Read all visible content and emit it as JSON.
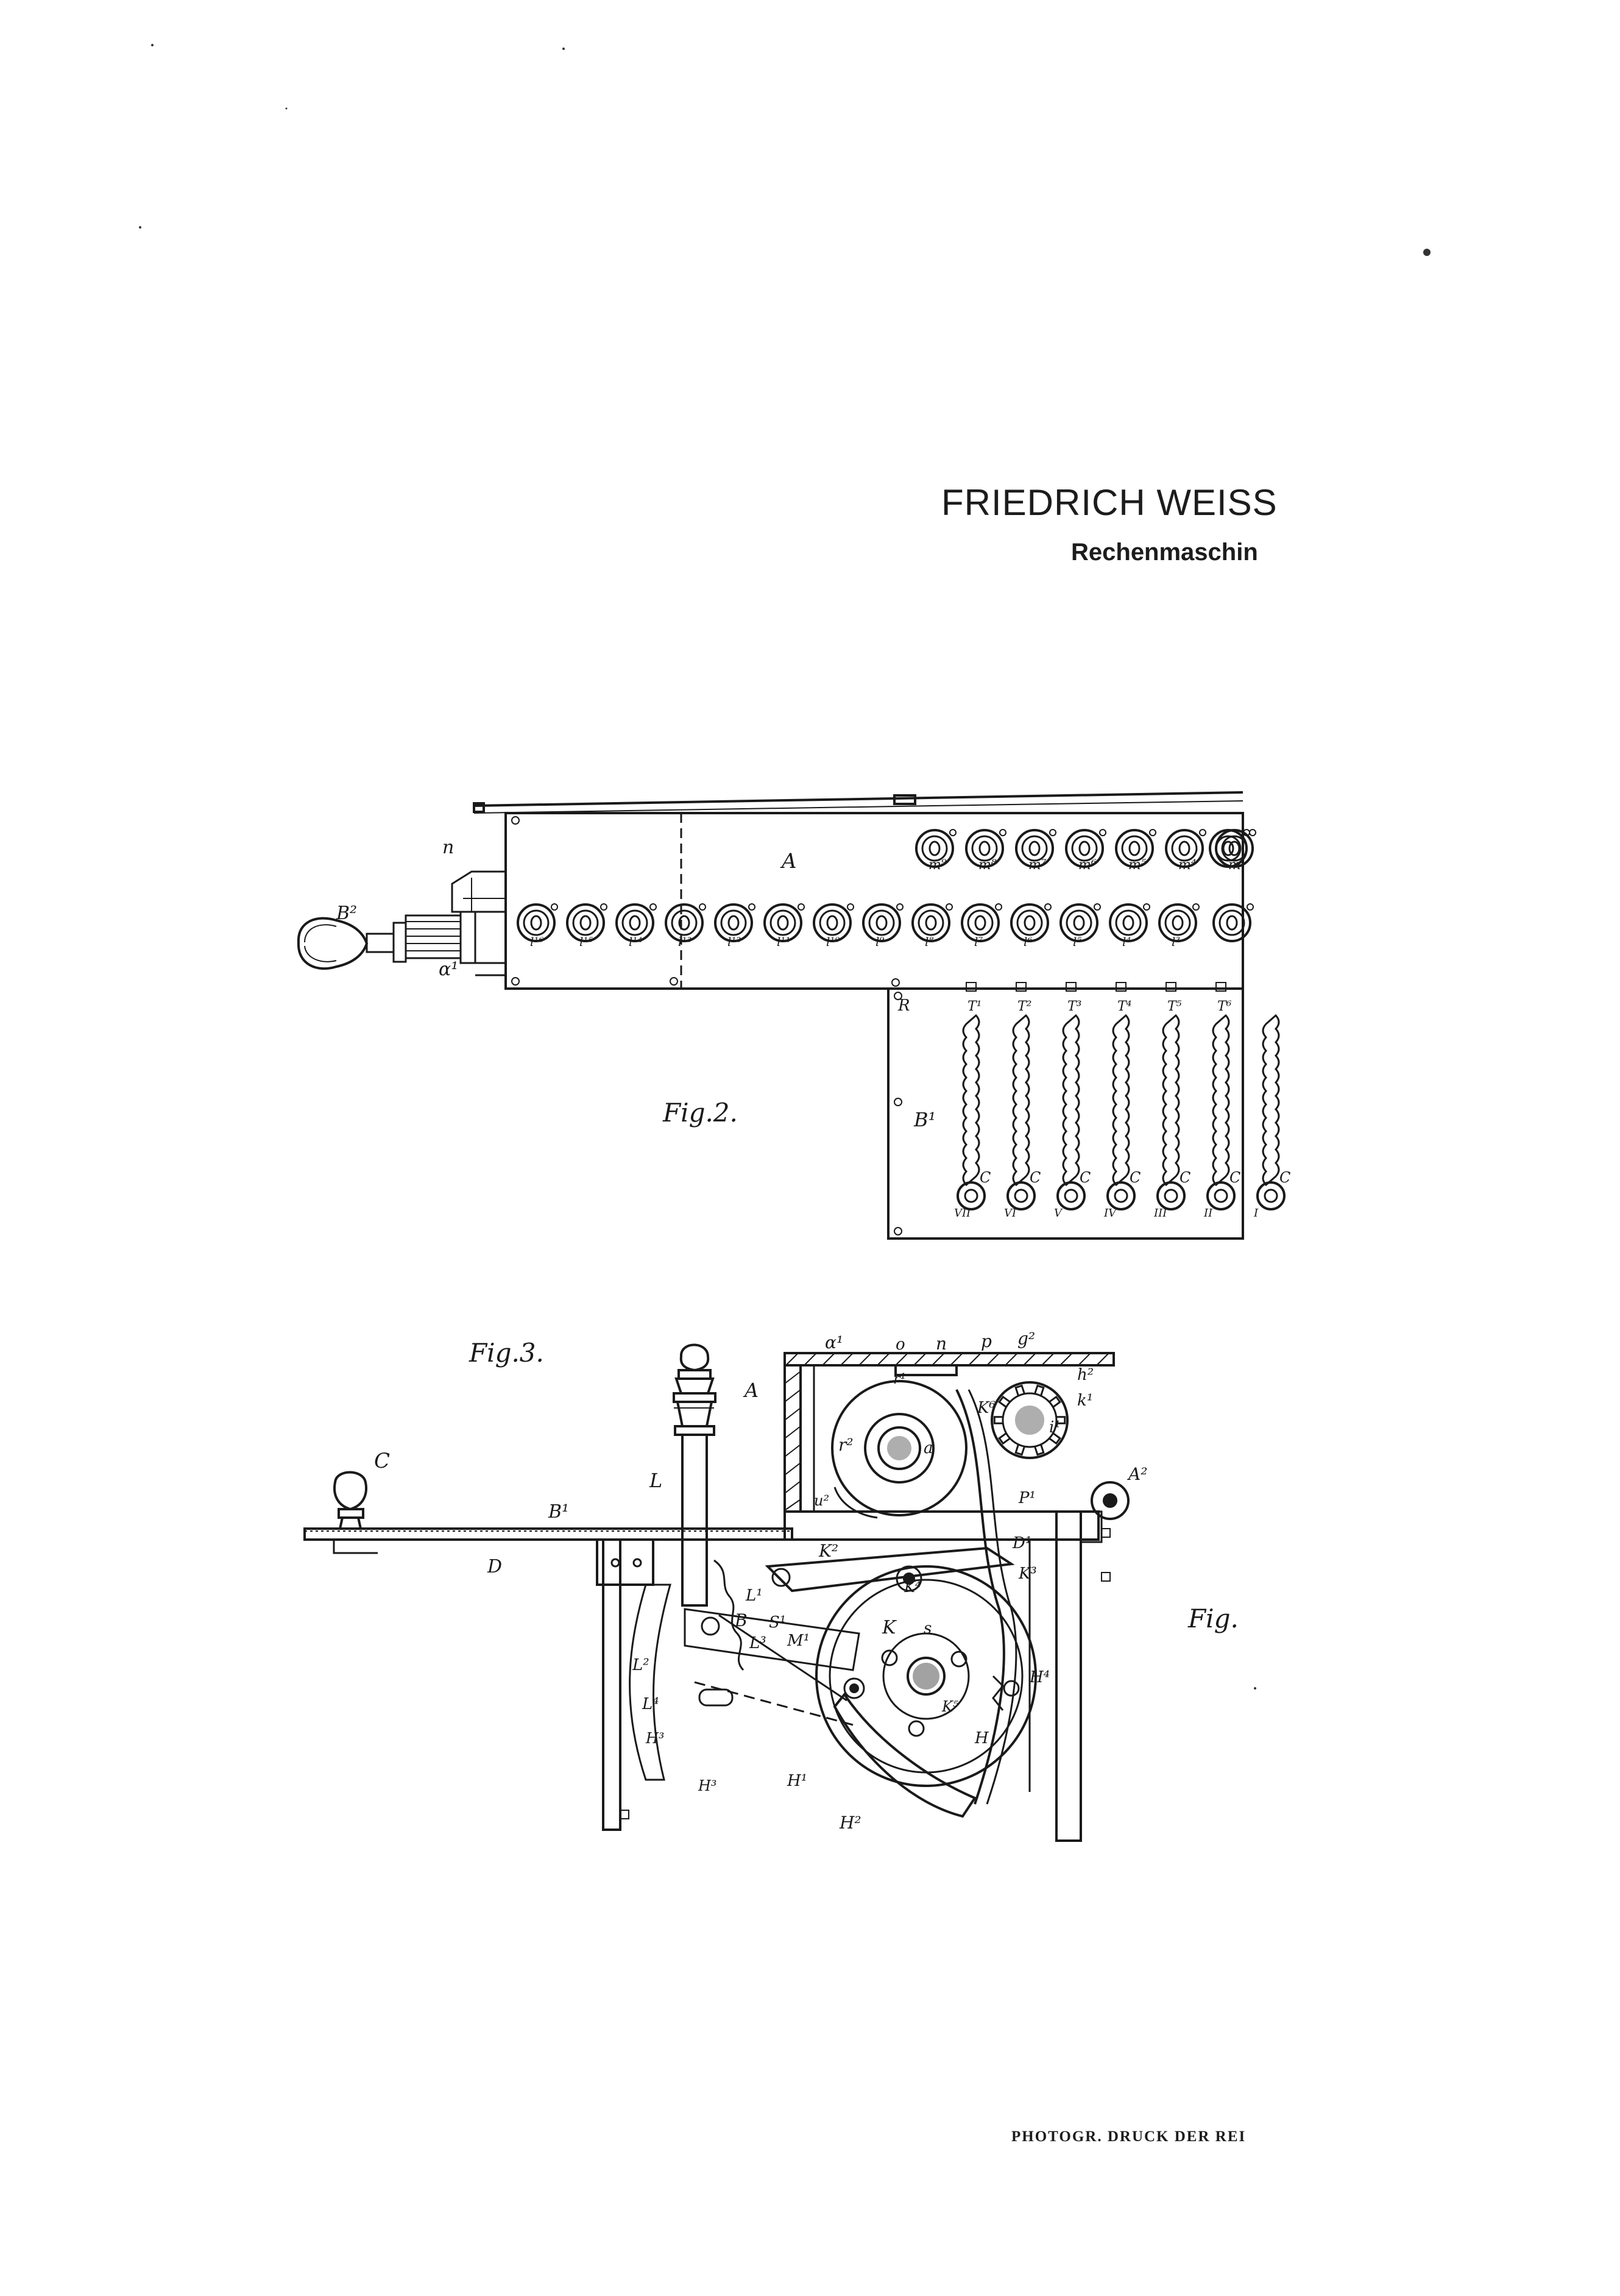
{
  "header": {
    "inventor": "FRIEDRICH WEISS",
    "title": "Rechenmaschin"
  },
  "footer": {
    "print_note": "PHOTOGR. DRUCK DER REI"
  },
  "figures": {
    "fig2": {
      "caption": "Fig.2.",
      "labels": {
        "a": "A",
        "n": "n",
        "b2": "B²",
        "a1": "α¹",
        "r": "R",
        "b1": "B¹",
        "m_row": [
          "m⁹",
          "m⁸",
          "m⁷",
          "m⁶",
          "m⁵",
          "m⁴",
          "m"
        ],
        "l_row": [
          "l¹⁶",
          "l¹⁵",
          "l¹⁴",
          "l¹³",
          "l¹²",
          "l¹¹",
          "l¹⁰",
          "l⁹",
          "l⁸",
          "l⁷",
          "l⁶",
          "l⁵",
          "l⁴",
          "l³"
        ],
        "t_row": [
          "T¹",
          "T²",
          "T³",
          "T⁴",
          "T⁵",
          "T⁶"
        ],
        "roman": [
          "VII",
          "VI",
          "V",
          "IV",
          "III",
          "II",
          "I"
        ],
        "c": "C"
      }
    },
    "fig3": {
      "caption": "Fig.3.",
      "labels": {
        "c": "C",
        "b1": "B¹",
        "d": "D",
        "a": "A",
        "l": "L",
        "a1": "α¹",
        "o": "o",
        "n": "n",
        "p": "p",
        "g2": "g²",
        "h2": "h²",
        "k1": "k¹",
        "r1": "r¹",
        "r2": "r²",
        "a_small": "a",
        "k6": "K⁶",
        "i1": "i¹",
        "a2": "A²",
        "u2": "u²",
        "p1": "P¹",
        "k2": "K²",
        "d1": "D¹",
        "k3": "K³",
        "l1": "L¹",
        "b": "B",
        "s1": "S¹",
        "k4": "K⁴",
        "k": "K",
        "s": "s",
        "l3": "L³",
        "m1": "M¹",
        "l2": "L²",
        "l4": "L⁴",
        "h3": "H³",
        "h4": "H⁴",
        "k5": "K⁵",
        "h": "H",
        "h1": "H¹",
        "h2_big": "H²",
        "h33": "H³"
      }
    },
    "fig_next": {
      "caption": "Fig."
    }
  }
}
